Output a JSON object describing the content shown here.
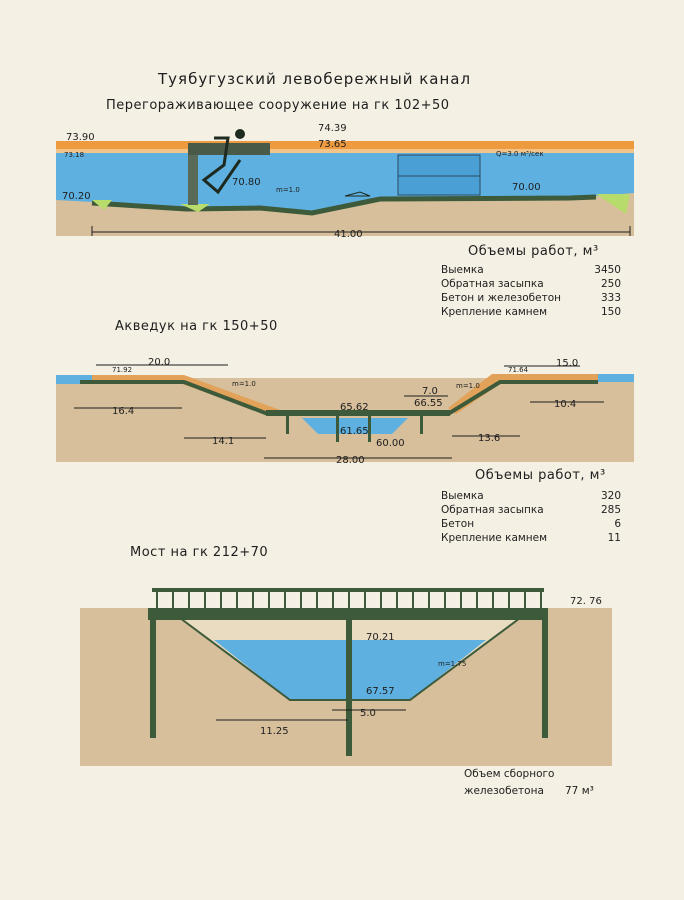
{
  "page": {
    "title": "Туябугузский левобережный канал",
    "background": "#f4f0e4"
  },
  "colors": {
    "water": "#5eb0e0",
    "soil": "#d7bf9b",
    "fill": "#e2a25a",
    "orange": "#ee9a3e",
    "concrete": "#3d5a3a",
    "grass": "#b8dc6c"
  },
  "section1": {
    "title": "Перегораживающее сооружение  на  гк 102+50",
    "labels": {
      "l_7390": "73.90",
      "l_7318": "73.18",
      "l_7439": "74.39",
      "l_7365": "73.65",
      "l_7080": "70.80",
      "l_7020": "70.20",
      "l_7000": "70.00",
      "l_m1": "m=1.0",
      "l_flow": "Q=3.0 м³/сек",
      "l_len": "41.00"
    },
    "volumes": {
      "heading": "Объемы работ, м³",
      "rows": [
        {
          "name": "Выемка",
          "value": "3450"
        },
        {
          "name": "Обратная засыпка",
          "value": "250"
        },
        {
          "name": "Бетон и железобетон",
          "value": "333"
        },
        {
          "name": "Крепление камнем",
          "value": "150"
        }
      ]
    }
  },
  "section2": {
    "title": "Акведук на  гк  150+50",
    "labels": {
      "l_7192": "71.92",
      "l_200": "20.0",
      "l_164": "16.4",
      "l_141": "14.1",
      "l_m1a": "m=1.0",
      "l_6562": "65.62",
      "l_6165": "61.65",
      "l_6000": "60.00",
      "l_70": "7.0",
      "l_6655": "66.55",
      "l_m1b": "m=1.0",
      "l_7164": "71.64",
      "l_150": "15.0",
      "l_104": "10.4",
      "l_136": "13.6",
      "l_2800": "28.00"
    },
    "volumes": {
      "heading": "Объемы работ, м³",
      "rows": [
        {
          "name": "Выемка",
          "value": "320"
        },
        {
          "name": "Обратная засыпка",
          "value": "285"
        },
        {
          "name": "Бетон",
          "value": "6"
        },
        {
          "name": "Крепление камнем",
          "value": "11"
        }
      ]
    }
  },
  "section3": {
    "title": "Мост на  гк  212+70",
    "labels": {
      "l_7276": "72. 76",
      "l_7021": "70.21",
      "l_6757": "67.57",
      "l_m175": "m=1.75",
      "l_1125": "11.25",
      "l_50": "5.0"
    },
    "volume": {
      "line1": "Объем сборного",
      "line2": "железобетона",
      "value": "77  м³"
    }
  }
}
